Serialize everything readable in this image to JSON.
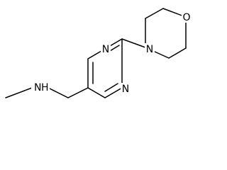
{
  "structure": {
    "atoms": {
      "morpholine_o": "O",
      "morpholine_n": "N",
      "ring_n1": "N",
      "ring_n3": "N",
      "amine_n": "N",
      "amine_h": "H"
    }
  },
  "colors": {
    "bond": "#000000",
    "background": "#ffffff"
  }
}
